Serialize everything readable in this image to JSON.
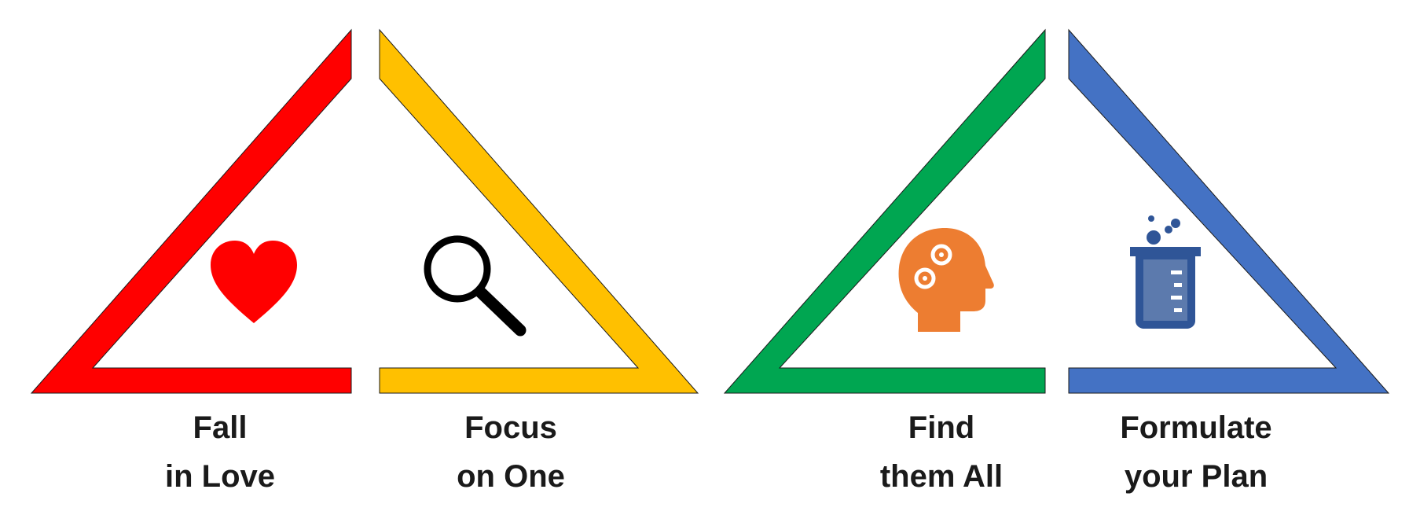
{
  "panels": [
    {
      "id": "fall-in-love",
      "color": "#ff0000",
      "icon": "heart-icon",
      "icon_color": "#ff0000",
      "line1": "Fall",
      "line2": "in Love"
    },
    {
      "id": "focus-on-one",
      "color": "#ffc000",
      "icon": "magnifying-glass-icon",
      "icon_color": "#000000",
      "line1": "Focus",
      "line2": "on One"
    },
    {
      "id": "find-them-all",
      "color": "#00a651",
      "icon": "head-with-gears-icon",
      "icon_color": "#ed7d31",
      "line1": "Find",
      "line2": "them All"
    },
    {
      "id": "formulate-your-plan",
      "color": "#4472c4",
      "icon": "beaker-icon",
      "icon_color": "#2f5597",
      "line1": "Formulate",
      "line2": "your Plan"
    }
  ]
}
